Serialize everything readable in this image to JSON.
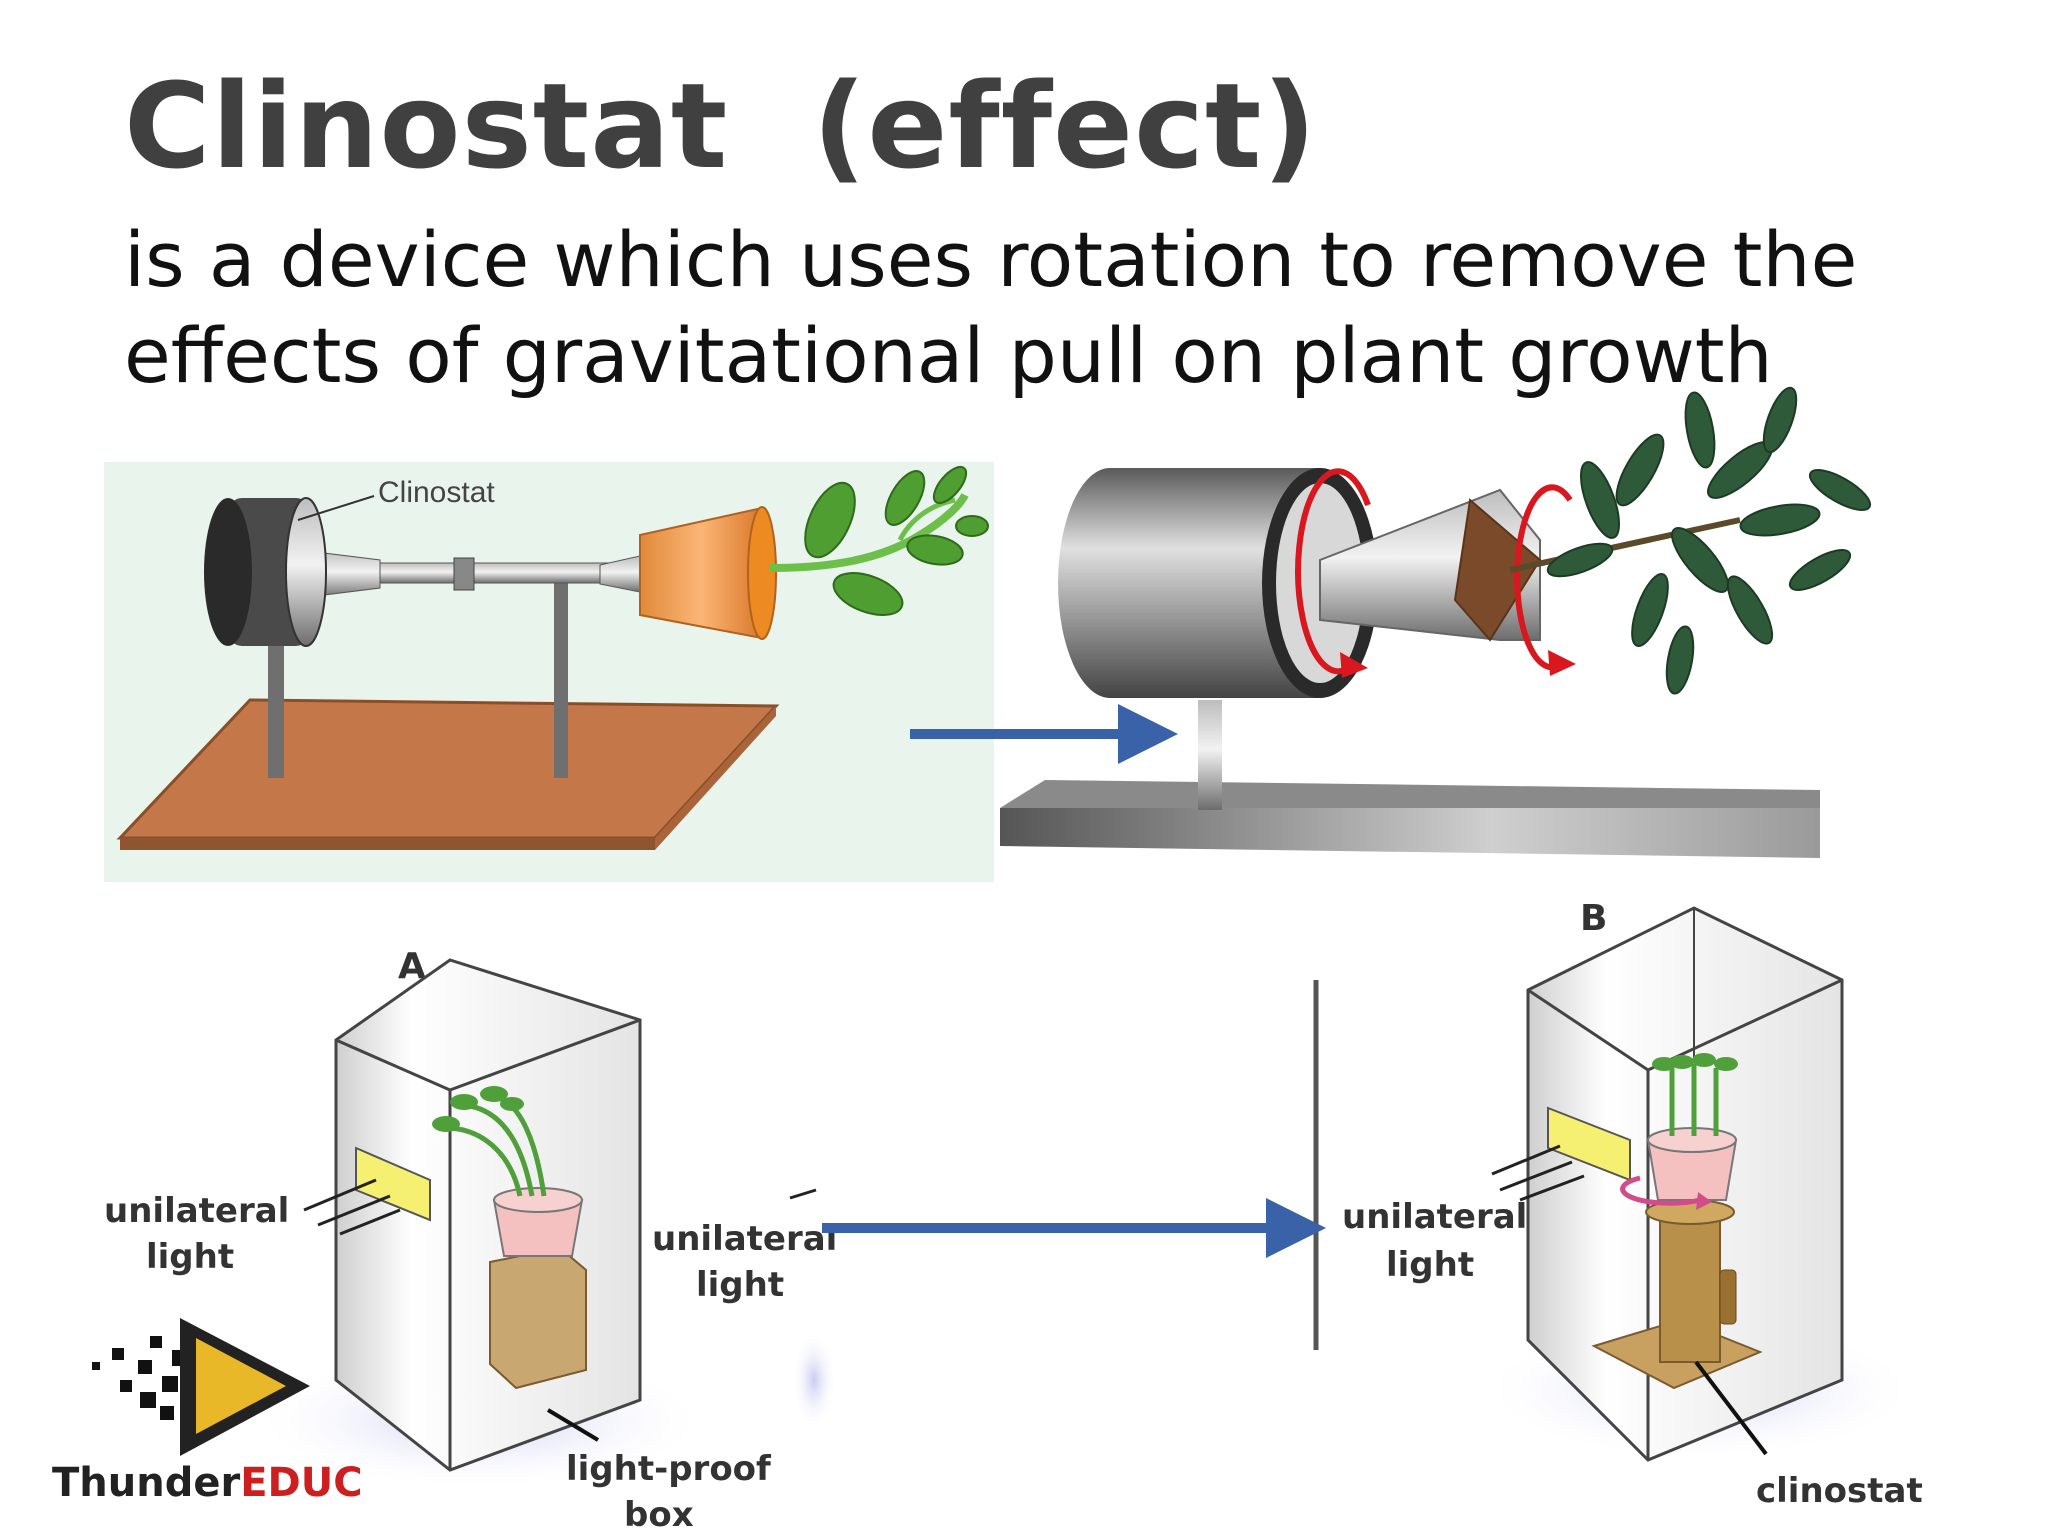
{
  "slide": {
    "title": "Clinostat  (effect)",
    "subtitle": "is a device which uses rotation to remove the effects of gravitational pull on plant growth"
  },
  "diagram_top_left": {
    "label": "Clinostat",
    "colors": {
      "background": "#e8f4ec",
      "base": "#c4784a",
      "pot": "#f0a860",
      "stem": "#6cc04a",
      "metal": "#777777"
    }
  },
  "diagram_top_right": {
    "colors": {
      "cylinder": "#707070",
      "rotation_arrows": "#d8171e",
      "soil": "#7a4a2a",
      "leaves": "#2f5a3a"
    }
  },
  "diagram_bottom": {
    "panel_a": {
      "letter": "A",
      "light_label_line1": "unilateral",
      "light_label_line2": "light",
      "box_label_line1": "light-proof",
      "box_label_line2": "box"
    },
    "middle_fragment": {
      "light_label_line1": "unilateral",
      "light_label_line2": "light"
    },
    "panel_b": {
      "letter": "B",
      "light_label_line1": "unilateral",
      "light_label_line2": "light",
      "device_label": "clinostat"
    }
  },
  "connectors": {
    "arrow_color": "#3a62a8"
  },
  "brand": {
    "name_part1": "Thunder",
    "name_part2": "EDUC",
    "accent_color": "#cc1f1f",
    "logo_color": "#e8b828"
  }
}
